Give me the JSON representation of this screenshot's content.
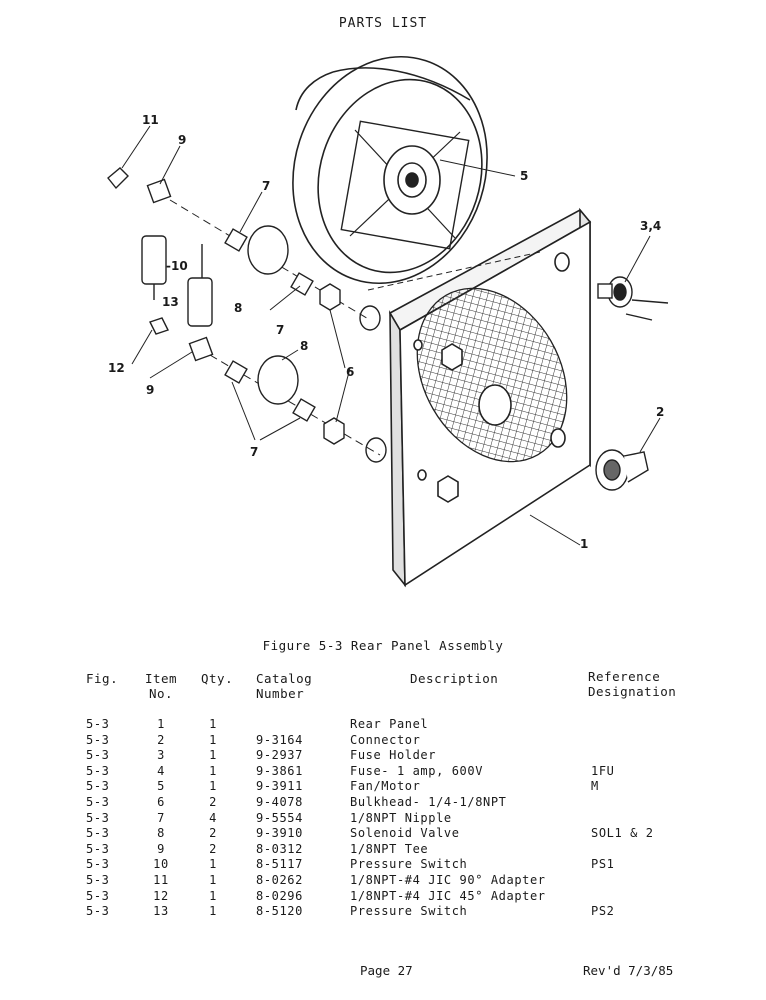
{
  "header": {
    "title": "PARTS LIST"
  },
  "figure": {
    "caption": "Figure 5-3  Rear Panel Assembly",
    "callouts": {
      "c11": "11",
      "c9a": "9",
      "c7a": "7",
      "c5": "5",
      "c34": "3,4",
      "c10": "-10",
      "c13": "13",
      "c8a": "8",
      "c7b": "7",
      "c12": "12",
      "c9b": "9",
      "c8b": "8",
      "c6": "6",
      "c2": "2",
      "c7c": "7",
      "c1": "1"
    }
  },
  "table": {
    "headers": {
      "fig": "Fig.",
      "item": [
        "Item",
        "No."
      ],
      "qty": "Qty.",
      "catalog": [
        "Catalog",
        "Number"
      ],
      "description": "Description",
      "reference": [
        "Reference",
        "Designation"
      ]
    },
    "rows": [
      {
        "fig": "5-3",
        "item": "1",
        "qty": "1",
        "catalog": "",
        "description": "Rear Panel",
        "reference": ""
      },
      {
        "fig": "5-3",
        "item": "2",
        "qty": "1",
        "catalog": "9-3164",
        "description": "Connector",
        "reference": ""
      },
      {
        "fig": "5-3",
        "item": "3",
        "qty": "1",
        "catalog": "9-2937",
        "description": "Fuse Holder",
        "reference": ""
      },
      {
        "fig": "5-3",
        "item": "4",
        "qty": "1",
        "catalog": "9-3861",
        "description": "Fuse- 1 amp, 600V",
        "reference": "1FU"
      },
      {
        "fig": "5-3",
        "item": "5",
        "qty": "1",
        "catalog": "9-3911",
        "description": "Fan/Motor",
        "reference": "M"
      },
      {
        "fig": "5-3",
        "item": "6",
        "qty": "2",
        "catalog": "9-4078",
        "description": "Bulkhead- 1/4-1/8NPT",
        "reference": ""
      },
      {
        "fig": "5-3",
        "item": "7",
        "qty": "4",
        "catalog": "9-5554",
        "description": "1/8NPT Nipple",
        "reference": ""
      },
      {
        "fig": "5-3",
        "item": "8",
        "qty": "2",
        "catalog": "9-3910",
        "description": "Solenoid Valve",
        "reference": "SOL1 & 2"
      },
      {
        "fig": "5-3",
        "item": "9",
        "qty": "2",
        "catalog": "8-0312",
        "description": "1/8NPT Tee",
        "reference": ""
      },
      {
        "fig": "5-3",
        "item": "10",
        "qty": "1",
        "catalog": "8-5117",
        "description": "Pressure Switch",
        "reference": "PS1"
      },
      {
        "fig": "5-3",
        "item": "11",
        "qty": "1",
        "catalog": "8-0262",
        "description": "1/8NPT-#4 JIC 90° Adapter",
        "reference": ""
      },
      {
        "fig": "5-3",
        "item": "12",
        "qty": "1",
        "catalog": "8-0296",
        "description": "1/8NPT-#4 JIC 45° Adapter",
        "reference": ""
      },
      {
        "fig": "5-3",
        "item": "13",
        "qty": "1",
        "catalog": "8-5120",
        "description": "Pressure Switch",
        "reference": "PS2"
      }
    ]
  },
  "footer": {
    "page": "Page 27",
    "revision": "Rev'd 7/3/85"
  }
}
